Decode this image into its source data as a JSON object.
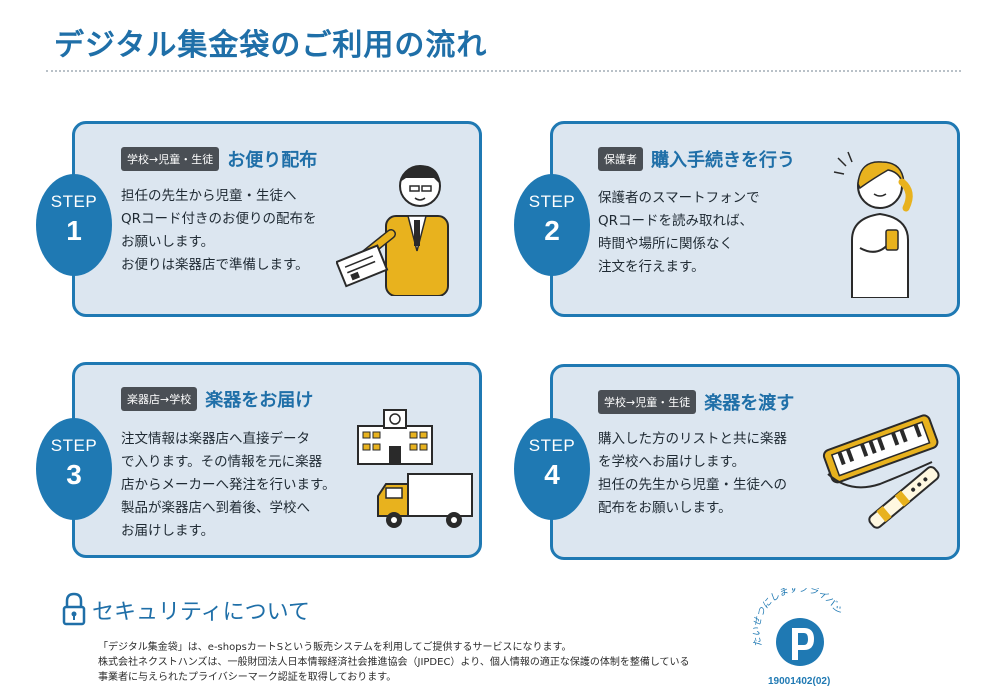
{
  "title": "デジタル集金袋のご利用の流れ",
  "steps": [
    {
      "label": "STEP",
      "number": "1",
      "tag": "学校→児童・生徒",
      "heading": "お便り配布",
      "lines": [
        "担任の先生から児童・生徒へ",
        "QRコード付きのお便りの配布を",
        "お願いします。",
        "お便りは楽器店で準備します。"
      ]
    },
    {
      "label": "STEP",
      "number": "2",
      "tag": "保護者",
      "heading": "購入手続きを行う",
      "lines": [
        "保護者のスマートフォンで",
        "QRコードを読み取れば、",
        "時間や場所に関係なく",
        "注文を行えます。"
      ]
    },
    {
      "label": "STEP",
      "number": "3",
      "tag": "楽器店→学校",
      "heading": "楽器をお届け",
      "lines": [
        "注文情報は楽器店へ直接データ",
        "で入ります。その情報を元に楽器",
        "店からメーカーへ発注を行います。",
        "製品が楽器店へ到着後、学校へ",
        "お届けします。"
      ]
    },
    {
      "label": "STEP",
      "number": "4",
      "tag": "学校→児童・生徒",
      "heading": "楽器を渡す",
      "lines": [
        "購入した方のリストと共に楽器",
        "を学校へお届けします。",
        "担任の先生から児童・生徒への",
        "配布をお願いします。"
      ]
    }
  ],
  "security": {
    "title": "セキュリティについて",
    "lines": [
      "「デジタル集金袋」は、e-shopsカートSという販売システムを利用してご提供するサービスになります。",
      "株式会社ネクストハンズは、一般財団法人日本情報経済社会推進協会（JIPDEC）より、個人情報の適正な保護の体制を整備している",
      "事業者に与えられたプライバシーマーク認証を取得しております。"
    ]
  },
  "privacy_mark": {
    "arc_text": "たいせつにしますプライバシー",
    "number": "19001402(02)"
  },
  "colors": {
    "accent": "#1f79b3",
    "card_bg": "#dce6f0",
    "tag_bg": "#4a4f55",
    "illustration_yellow": "#e8b21e"
  },
  "icons": [
    "lock-icon",
    "teacher-illustration",
    "parent-phone-illustration",
    "school-building-illustration",
    "delivery-truck-illustration",
    "melodica-recorder-illustration",
    "privacy-mark-logo"
  ]
}
